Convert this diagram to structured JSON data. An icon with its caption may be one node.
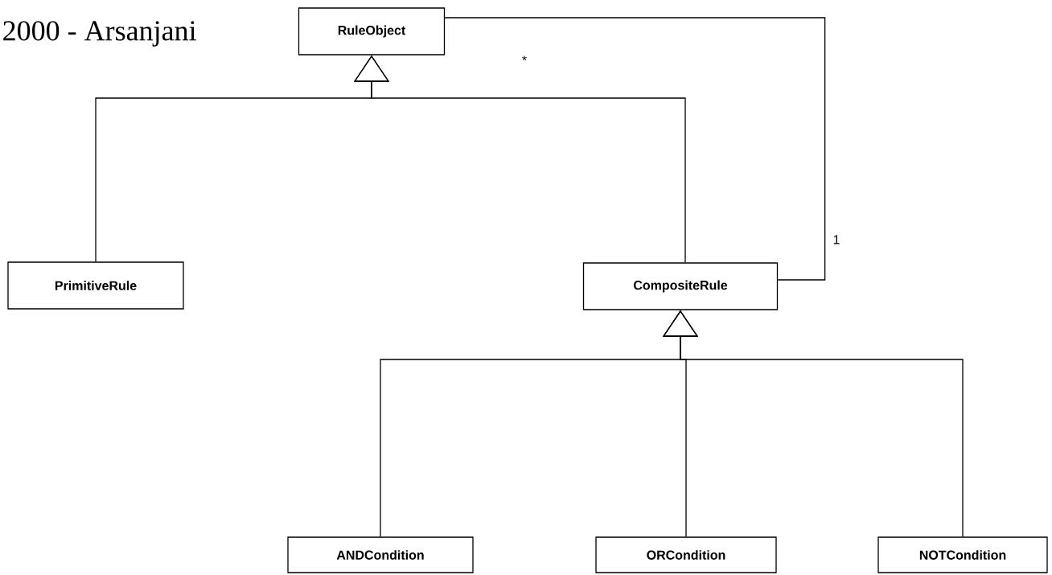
{
  "diagram": {
    "title": "2000 - Arsanjani",
    "nodes": [
      {
        "text": [
          "RuleObject"
        ]
      },
      {
        "text": [
          "PrimitiveRule"
        ]
      },
      {
        "text": [
          "CompositeRule"
        ]
      },
      {
        "text": [
          "ANDCondition"
        ]
      },
      {
        "text": [
          "ORCondition"
        ]
      },
      {
        "text": [
          "NOTCondition"
        ]
      }
    ],
    "edges": [
      {
        "from": 1,
        "to": 0,
        "arrow": "to"
      },
      {
        "from": 2,
        "to": 0,
        "arrow": "to"
      },
      {
        "from": 3,
        "to": 2,
        "arrow": "to"
      },
      {
        "from": 4,
        "to": 2,
        "arrow": "to"
      },
      {
        "from": 5,
        "to": 2,
        "arrow": "to"
      },
      {
        "from": 2,
        "to": 0,
        "arrow": "none"
      }
    ],
    "labels": [
      "*",
      "1"
    ]
  }
}
